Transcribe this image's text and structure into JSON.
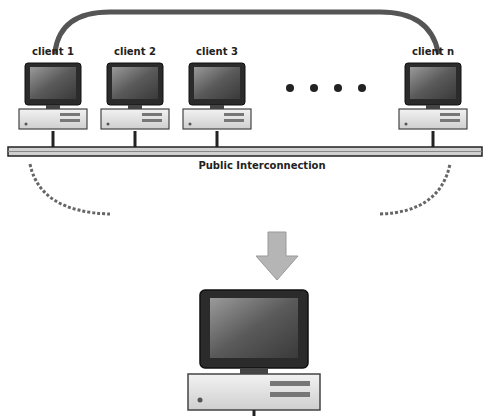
{
  "diagram": {
    "nodes": [
      {
        "text": [
          "client 1"
        ]
      },
      {
        "text": [
          "client 2"
        ]
      },
      {
        "text": [
          "client 3"
        ]
      },
      {
        "text": [
          "client n"
        ]
      }
    ],
    "labels": [
      "Public Interconnection"
    ]
  }
}
